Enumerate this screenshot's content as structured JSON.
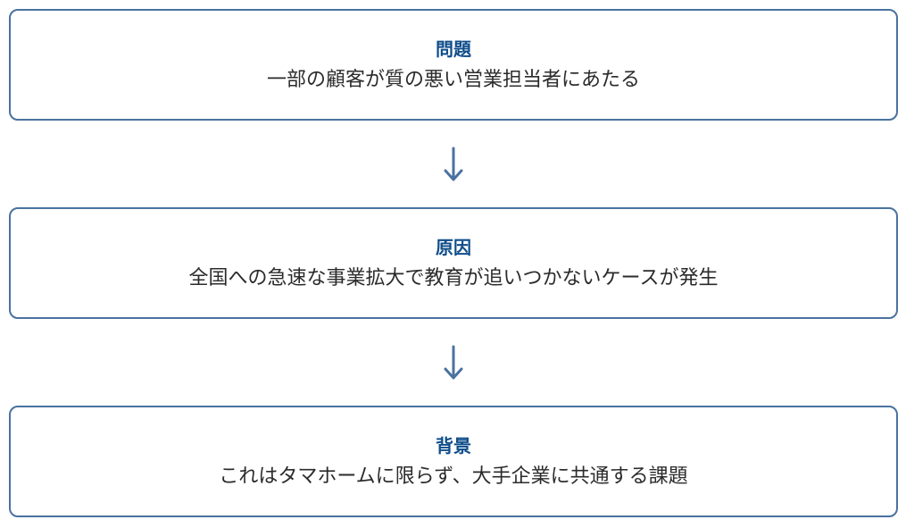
{
  "steps": [
    {
      "title": "問題",
      "text": "一部の顧客が質の悪い営業担当者にあたる"
    },
    {
      "title": "原因",
      "text": "全国への急速な事業拡大で教育が追いつかないケースが発生"
    },
    {
      "title": "背景",
      "text": "これはタマホームに限らず、大手企業に共通する課題"
    }
  ],
  "colors": {
    "border": "#4a72a0",
    "title": "#0f4d8a",
    "text": "#2b2b2b",
    "arrow": "#4a72a0"
  },
  "icons": {
    "connector": "down-arrow-icon"
  }
}
